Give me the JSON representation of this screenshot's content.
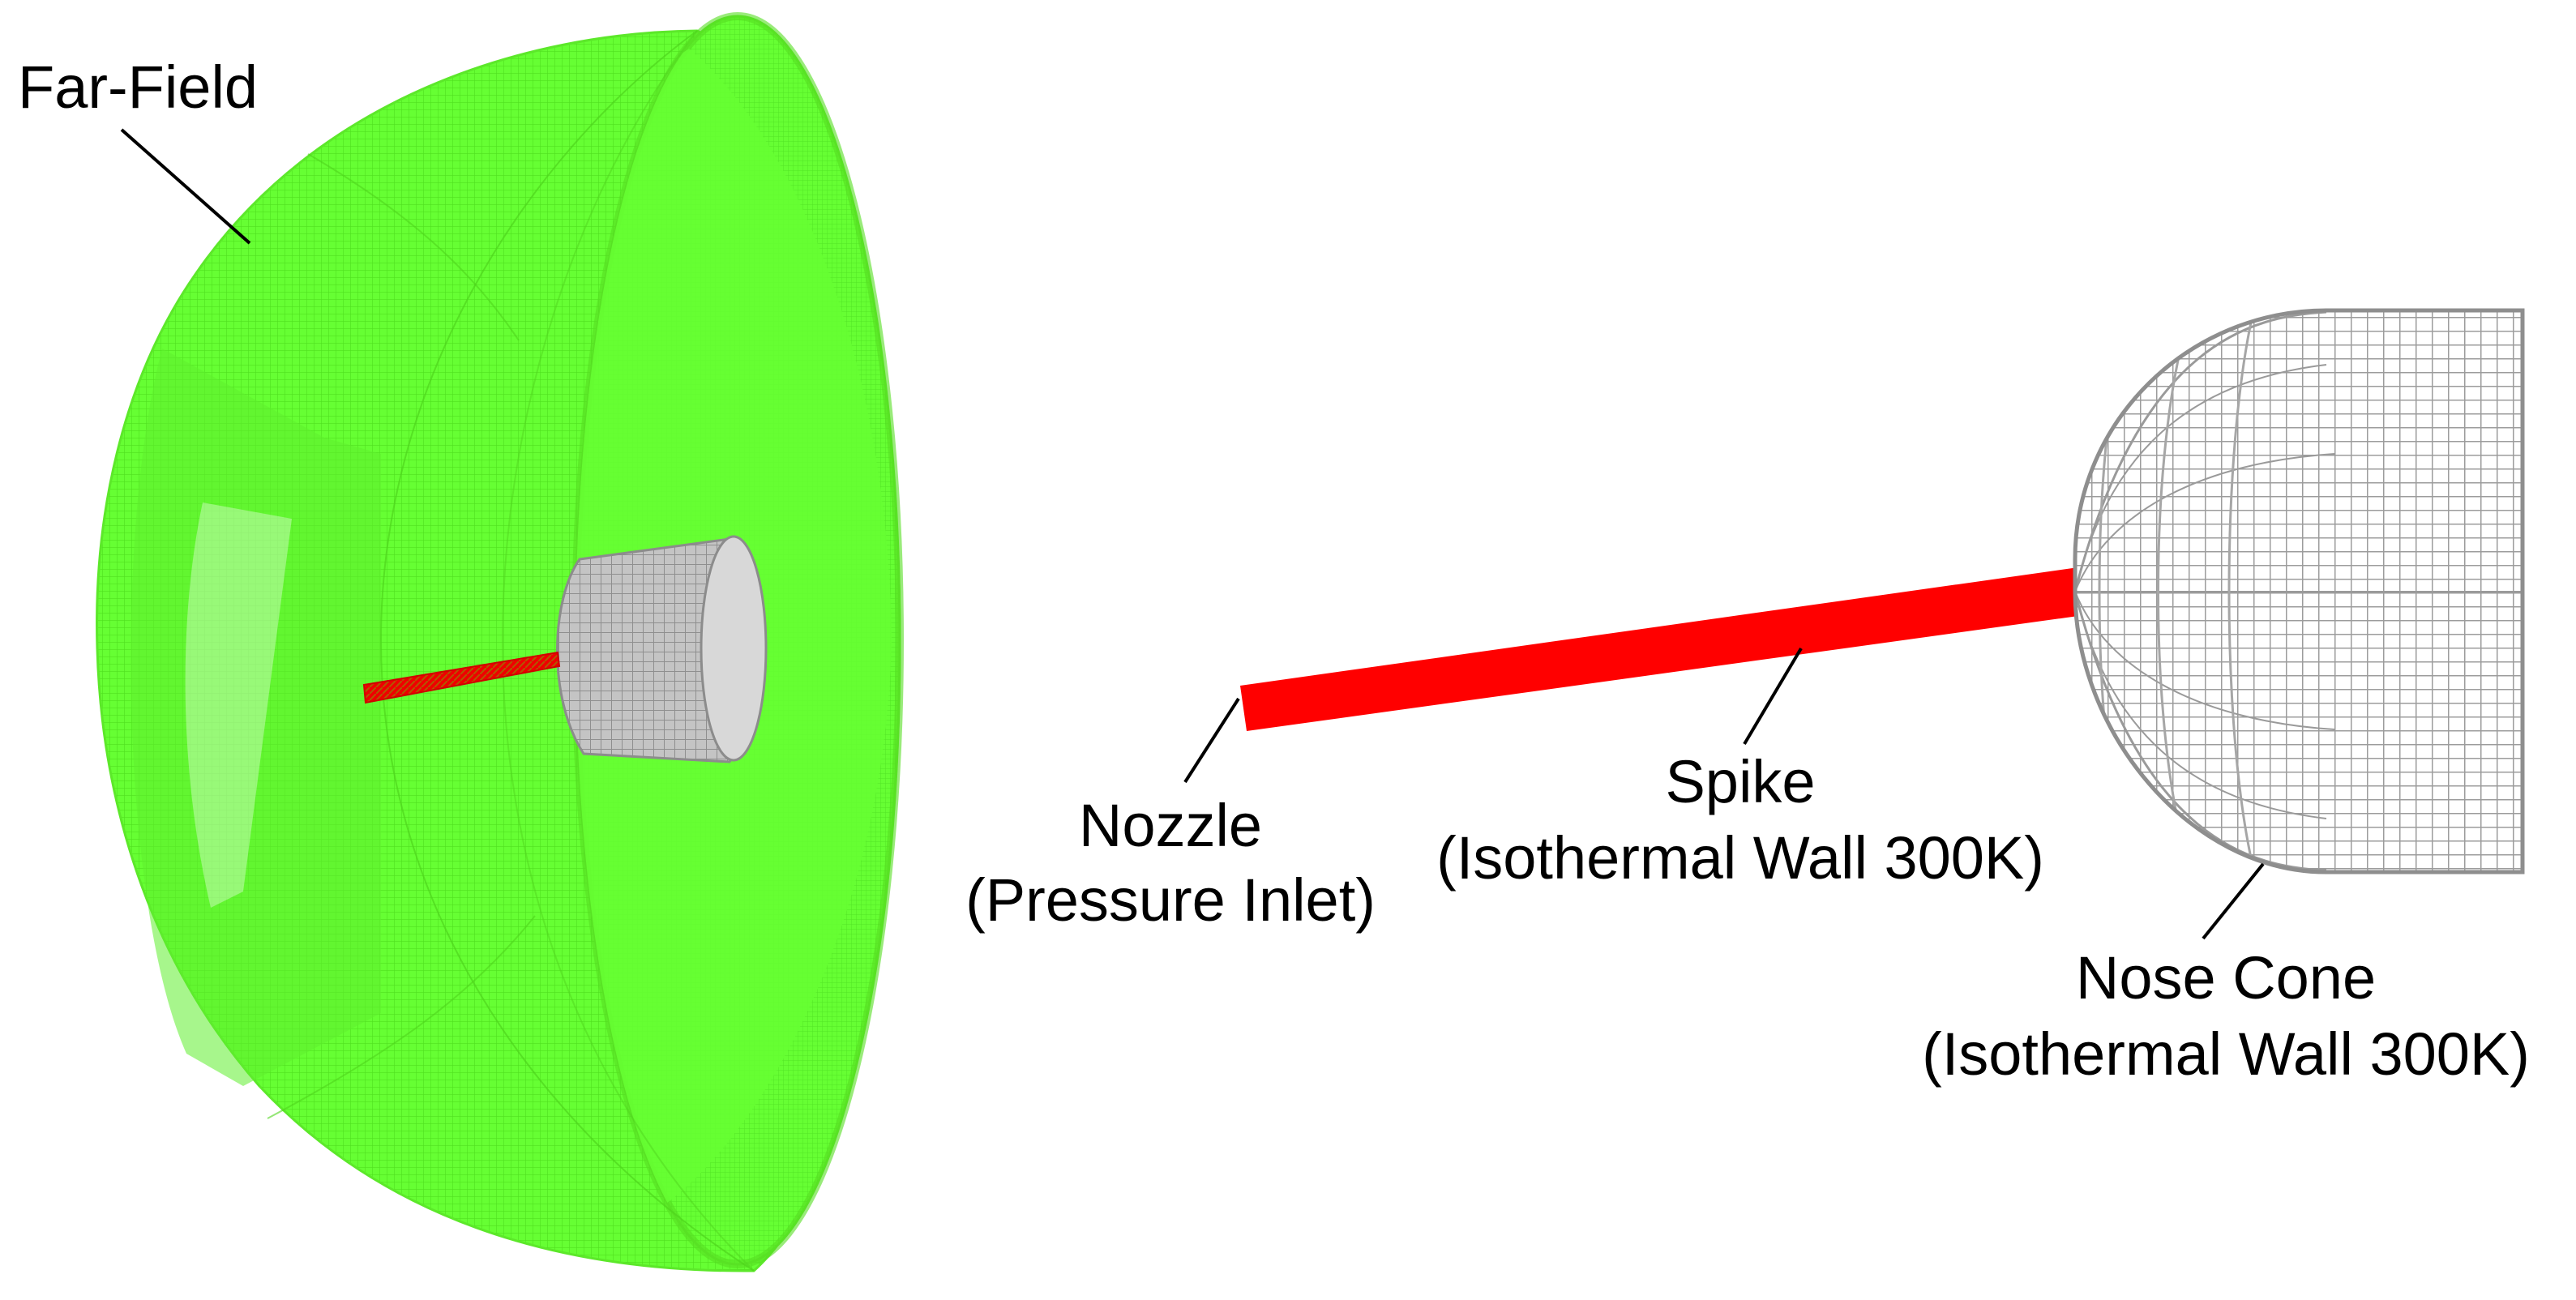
{
  "labels": {
    "far_field": "Far-Field",
    "nozzle_line1": "Nozzle",
    "nozzle_line2": "(Pressure Inlet)",
    "spike_line1": "Spike",
    "spike_line2": "(Isothermal Wall 300K)",
    "nose_line1": "Nose Cone",
    "nose_line2": "(Isothermal Wall 300K)"
  },
  "colors": {
    "far_field": "#66FF33",
    "spike": "#FF0000",
    "nose_cone": "#999999",
    "leader": "#000000",
    "background": "#FFFFFF"
  }
}
